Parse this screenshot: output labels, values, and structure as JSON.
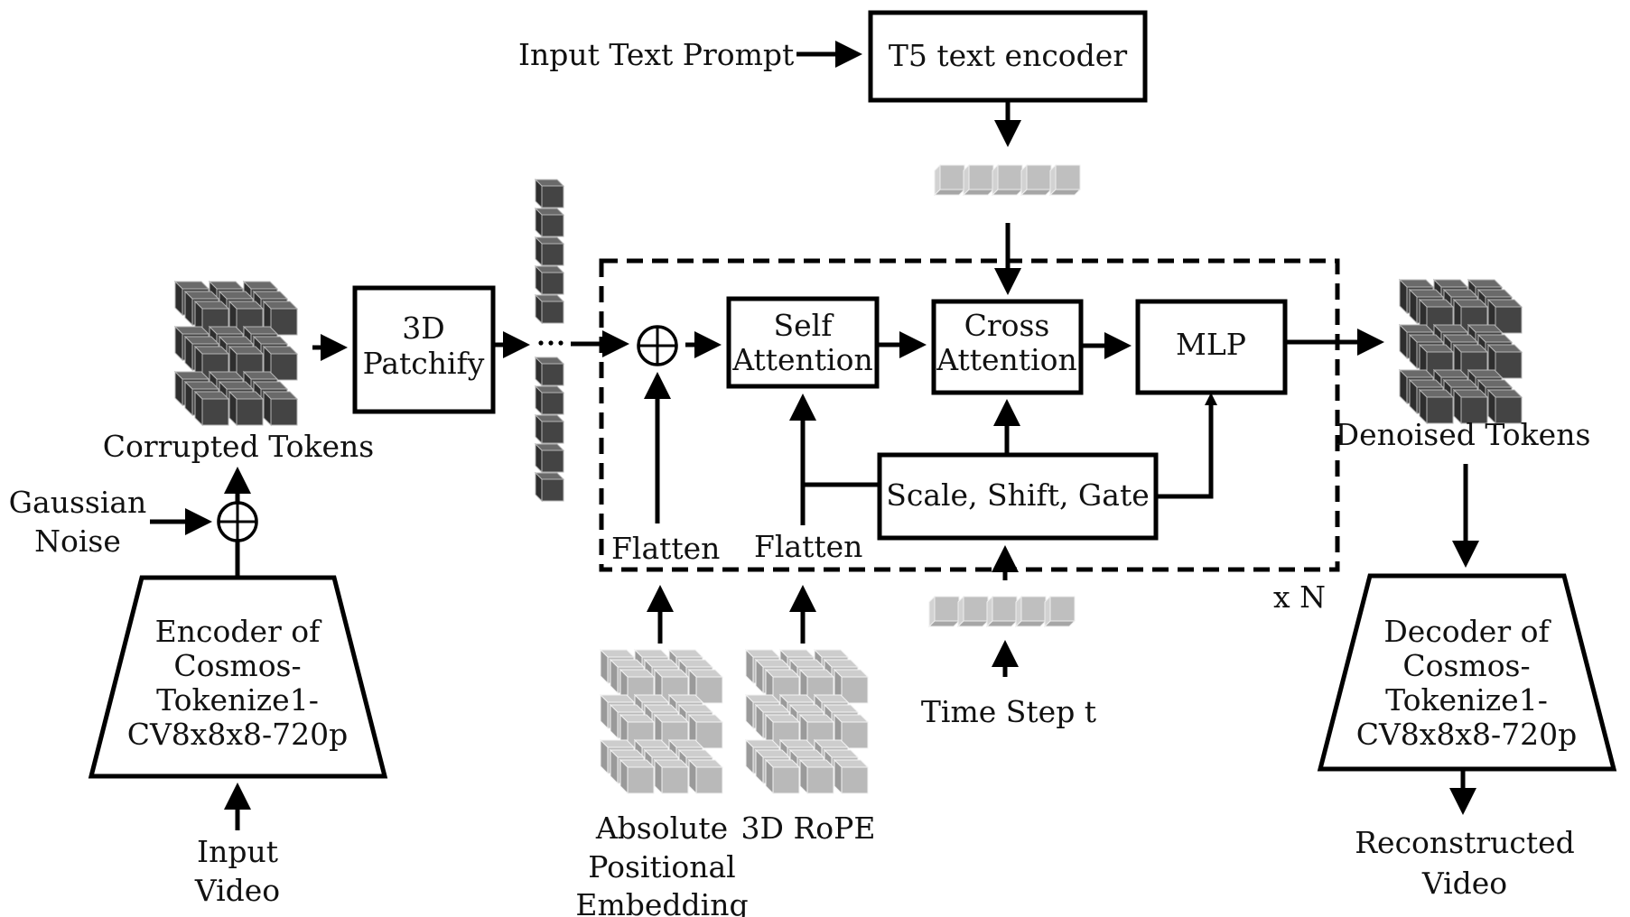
{
  "title": "Diffusion Transformer architecture with Cosmos tokenizer",
  "nodes": {
    "input_text_prompt": "Input Text Prompt",
    "t5_encoder": "T5 text encoder",
    "patchify": [
      "3D",
      "Patchify"
    ],
    "self_attention": [
      "Self",
      "Attention"
    ],
    "cross_attention": [
      "Cross",
      "Attention"
    ],
    "mlp": "MLP",
    "scale_shift_gate": "Scale, Shift, Gate",
    "flatten_1": "Flatten",
    "flatten_2": "Flatten",
    "repeat_label": "x N",
    "corrupted_tokens": "Corrupted Tokens",
    "denoised_tokens": "Denoised Tokens",
    "gaussian_noise": [
      "Gaussian",
      "Noise"
    ],
    "input_video": [
      "Input",
      "Video"
    ],
    "encoder": [
      "Encoder of",
      "Cosmos-",
      "Tokenize1-",
      "CV8x8x8-720p"
    ],
    "decoder": [
      "Decoder of",
      "Cosmos-",
      "Tokenize1-",
      "CV8x8x8-720p"
    ],
    "reconstructed_video": [
      "Reconstructed",
      "Video"
    ],
    "abs_pos_embedding": [
      "Absolute",
      "Positional",
      "Embedding"
    ],
    "rope": "3D RoPE",
    "time_step": "Time Step t"
  },
  "token_groups": {
    "text_tokens_count": 5,
    "time_tokens_count": 5,
    "patch_column_top_count": 5,
    "patch_column_bottom_count": 5,
    "cube_grid": "3x3x3"
  },
  "colors": {
    "dark_cube_front": "#444444",
    "dark_cube_top": "#6a6a6a",
    "dark_cube_side": "#2e2e2e",
    "light_cube_front": "#b9b9b9",
    "light_cube_top": "#cdcdcd",
    "light_cube_side": "#9a9a9a",
    "stroke": "#000000"
  }
}
